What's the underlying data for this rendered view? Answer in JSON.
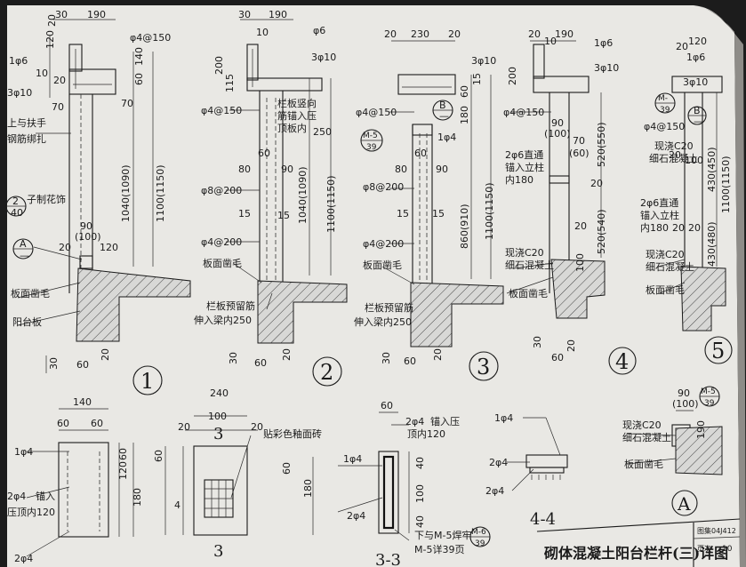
{
  "title": "砌体混凝土阳台栏杆(三)详图",
  "figure_no": "图集04J412",
  "page_label": "页次",
  "page": "10",
  "details": {
    "d1": {
      "number": "1",
      "dims": [
        "30",
        "190",
        "20",
        "120",
        "1φ6",
        "10",
        "20",
        "3φ10",
        "φ4@150",
        "60",
        "140",
        "70",
        "70",
        "1040(1090)",
        "1100(1150)",
        "90",
        "(100)",
        "20",
        "120",
        "30",
        "60",
        "20"
      ],
      "labels": [
        "上与扶手",
        "钢筋绑扎",
        "子制花饰",
        "板面凿毛",
        "阳台板"
      ],
      "refs": [
        {
          "top": "2",
          "bottom": "40"
        },
        {
          "top": "A",
          "bottom": "—"
        }
      ]
    },
    "d2": {
      "number": "2",
      "dims": [
        "30",
        "190",
        "10",
        "φ6",
        "200",
        "115",
        "3φ10",
        "φ4@150",
        "60",
        "80",
        "90",
        "15",
        "15",
        "φ8@200",
        "φ4@200",
        "1040(1090)",
        "1100(1150)",
        "250",
        "30",
        "60",
        "20"
      ],
      "labels": [
        "栏板竖向",
        "筋锚入压",
        "顶板内",
        "板面凿毛",
        "栏板预留筋",
        "伸入梁内250"
      ]
    },
    "d3": {
      "number": "3",
      "dims": [
        "20",
        "230",
        "20",
        "3φ10",
        "φ4@150",
        "180",
        "60",
        "15",
        "1φ4",
        "60",
        "80",
        "90",
        "φ8@200",
        "15",
        "15",
        "φ4@200",
        "860(910)",
        "1100(1150)",
        "30",
        "60",
        "20"
      ],
      "labels": [
        "板面凿毛",
        "栏板预留筋",
        "伸入梁内250"
      ],
      "refs": [
        {
          "top": "M-5",
          "bottom": "39"
        },
        {
          "top": "B",
          "bottom": "—"
        }
      ]
    },
    "d4": {
      "number": "4",
      "dims": [
        "20",
        "190",
        "10",
        "1φ6",
        "200",
        "3φ10",
        "φ4@150",
        "90",
        "(100)",
        "70",
        "(60)",
        "2φ6直通",
        "锚入立柱",
        "内180",
        "520(550)",
        "20",
        "520(540)",
        "20",
        "100",
        "30",
        "60",
        "20"
      ],
      "labels": [
        "现浇C20",
        "细石混凝土",
        "板面凿毛"
      ]
    },
    "d5": {
      "number": "5",
      "dims": [
        "120",
        "20",
        "1φ6",
        "3φ10",
        "φ4@150",
        "20",
        "100",
        "2φ6直通",
        "锚入立柱",
        "内180",
        "20",
        "20",
        "430(450)",
        "1100(1150)",
        "430(480)"
      ],
      "labels": [
        "现浇C20",
        "细石混凝土",
        "现浇C20",
        "细石混凝土",
        "板面凿毛"
      ],
      "refs": [
        {
          "top": "M-",
          "bottom": "39"
        },
        {
          "top": "B",
          "bottom": "—"
        }
      ]
    },
    "s1": {
      "title": "1-1",
      "dims": [
        "140",
        "60",
        "60",
        "120",
        "60",
        "180",
        "1φ4",
        "2φ4",
        "锚入",
        "压顶内120",
        "2φ4"
      ]
    },
    "s2": {
      "title": "3-3",
      "label_top": "3",
      "label_bottom": "3",
      "dims": [
        "240",
        "100",
        "20",
        "20",
        "60",
        "4",
        "60",
        "180"
      ],
      "labels": [
        "贴彩色釉面砖"
      ]
    },
    "s3": {
      "title": "3-3",
      "dims": [
        "60",
        "2φ4",
        "锚入压",
        "顶内120",
        "1φ4",
        "2φ4",
        "40",
        "100",
        "40"
      ],
      "labels": [
        "下与M-5焊牢",
        "M-5详39页"
      ],
      "refs": [
        {
          "top": "M-6",
          "bottom": "39"
        }
      ]
    },
    "s4": {
      "title": "4-4",
      "dims": [
        "1φ4",
        "2φ4",
        "2φ4"
      ]
    },
    "dA": {
      "number": "A",
      "dims": [
        "90",
        "(100)",
        "190"
      ],
      "labels": [
        "现浇C20",
        "细石混凝土",
        "板面凿毛"
      ],
      "refs": [
        {
          "top": "M-5",
          "bottom": "39"
        }
      ]
    }
  }
}
